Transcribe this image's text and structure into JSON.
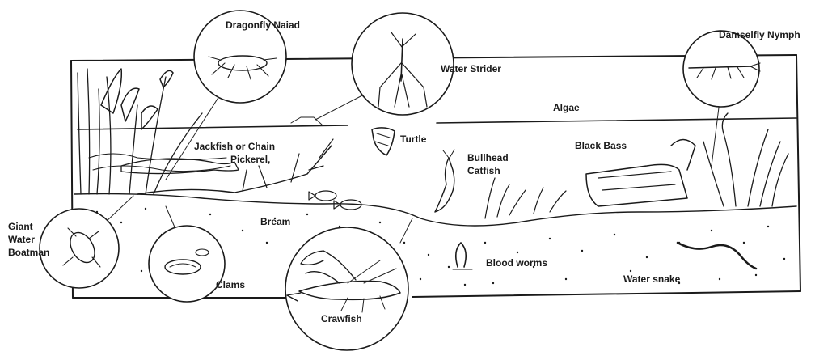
{
  "diagram": {
    "labels": {
      "dragonfly_naiad": "Dragonfly Naiad",
      "water_strider": "Water Strider",
      "damselfly_nymph": "Damselfly Nymph",
      "algae": "Algae",
      "turtle": "Turtle",
      "jackfish_line1": "Jackfish or Chain",
      "jackfish_line2": "Pickerel,",
      "bullhead_line1": "Bullhead",
      "bullhead_line2": "Catfish",
      "black_bass": "Black Bass",
      "bream": "Bream",
      "giant_line1": "Giant",
      "giant_line2": "Water",
      "giant_line3": "Boatman",
      "clams": "Clams",
      "crawfish": "Crawfish",
      "blood_worms": "Blood worms",
      "water_snake": "Water snake"
    }
  }
}
